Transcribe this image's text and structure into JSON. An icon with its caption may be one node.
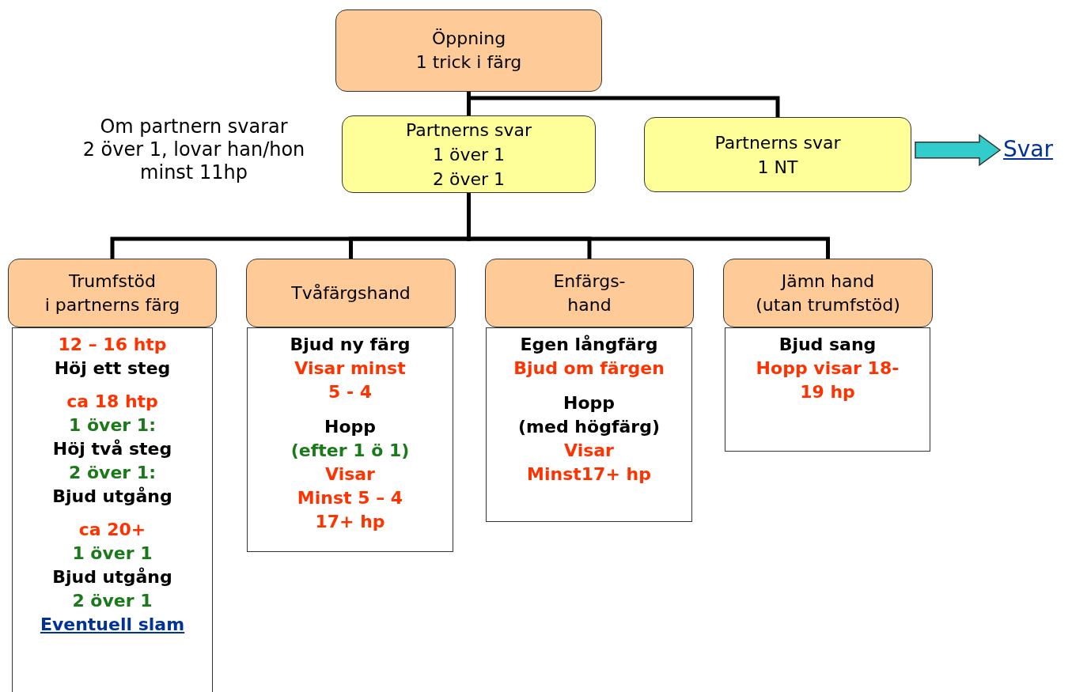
{
  "diagram": {
    "nodes": [
      {
        "text": [
          "Öppning",
          "1 trick i färg"
        ]
      },
      {
        "text": [
          "Partnerns svar",
          "1 över 1",
          "2 över 1"
        ]
      },
      {
        "text": [
          "Partnerns svar",
          "1 NT"
        ]
      },
      {
        "text": [
          "Svar"
        ]
      },
      {
        "text": [
          "Trumfstöd",
          "i partnerns färg"
        ]
      },
      {
        "text": [
          "12 – 16 htp",
          "Höj ett steg",
          "ca 18 htp",
          "1 över 1:",
          "Höj två steg",
          "2 över 1:",
          "Bjud utgång",
          "ca 20+",
          "1 över 1",
          "Bjud utgång",
          "2 över 1",
          "Eventuell slam"
        ]
      },
      {
        "text": [
          "Tvåfärgshand"
        ]
      },
      {
        "text": [
          "Bjud ny färg",
          "Visar minst",
          "5 - 4",
          "Hopp",
          "(efter 1 ö 1)",
          "Visar",
          "Minst 5 – 4",
          "17+ hp"
        ]
      },
      {
        "text": [
          "Enfärgs-",
          "hand"
        ]
      },
      {
        "text": [
          "Egen långfärg",
          "Bjud om färgen",
          "Hopp",
          "(med högfärg)",
          "Visar",
          "Minst17+ hp"
        ]
      },
      {
        "text": [
          "Jämn hand",
          "(utan trumfstöd)"
        ]
      },
      {
        "text": [
          "Bjud sang",
          "Hopp visar 18-19 hp"
        ]
      }
    ],
    "edges": [
      {
        "from": 0,
        "to": 1,
        "arrow": "none"
      },
      {
        "from": 0,
        "to": 2,
        "arrow": "none"
      },
      {
        "from": 2,
        "to": 3,
        "arrow": "to",
        "style": "thick",
        "color": "#33cccc"
      },
      {
        "from": 1,
        "to": 4,
        "arrow": "none"
      },
      {
        "from": 1,
        "to": 6,
        "arrow": "none"
      },
      {
        "from": 1,
        "to": 8,
        "arrow": "none"
      },
      {
        "from": 1,
        "to": 10,
        "arrow": "none"
      }
    ],
    "labels": [
      "Om partnern svarar",
      "2 över 1, lovar han/hon",
      "minst 11hp"
    ]
  }
}
